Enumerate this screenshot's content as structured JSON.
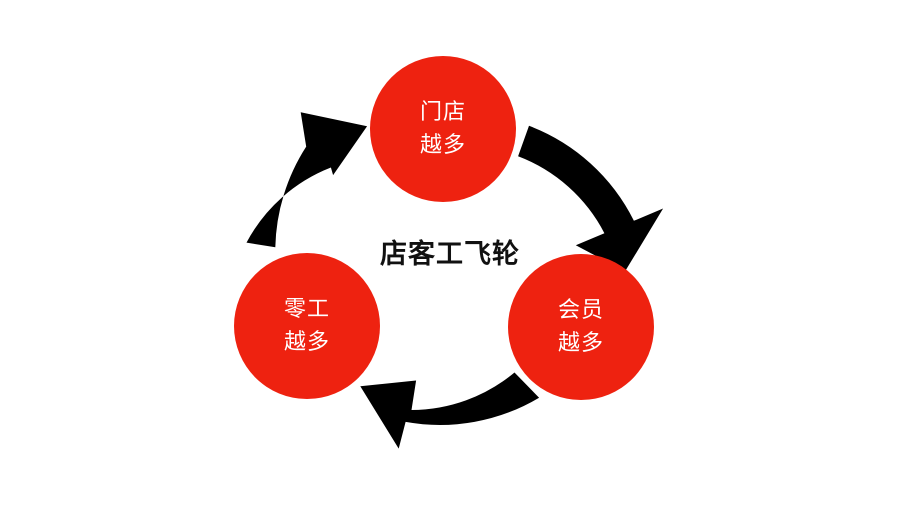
{
  "diagram": {
    "title": "店客工飞轮",
    "nodes": [
      {
        "id": "stores",
        "line1": "门店",
        "line2": "越多"
      },
      {
        "id": "members",
        "line1": "会员",
        "line2": "越多"
      },
      {
        "id": "workers",
        "line1": "零工",
        "line2": "越多"
      }
    ],
    "flow": [
      "stores",
      "members",
      "workers",
      "stores"
    ]
  },
  "colors": {
    "node_fill": "#ee2210",
    "arrow": "#000000",
    "title": "#111111",
    "node_text": "#ffffff"
  }
}
